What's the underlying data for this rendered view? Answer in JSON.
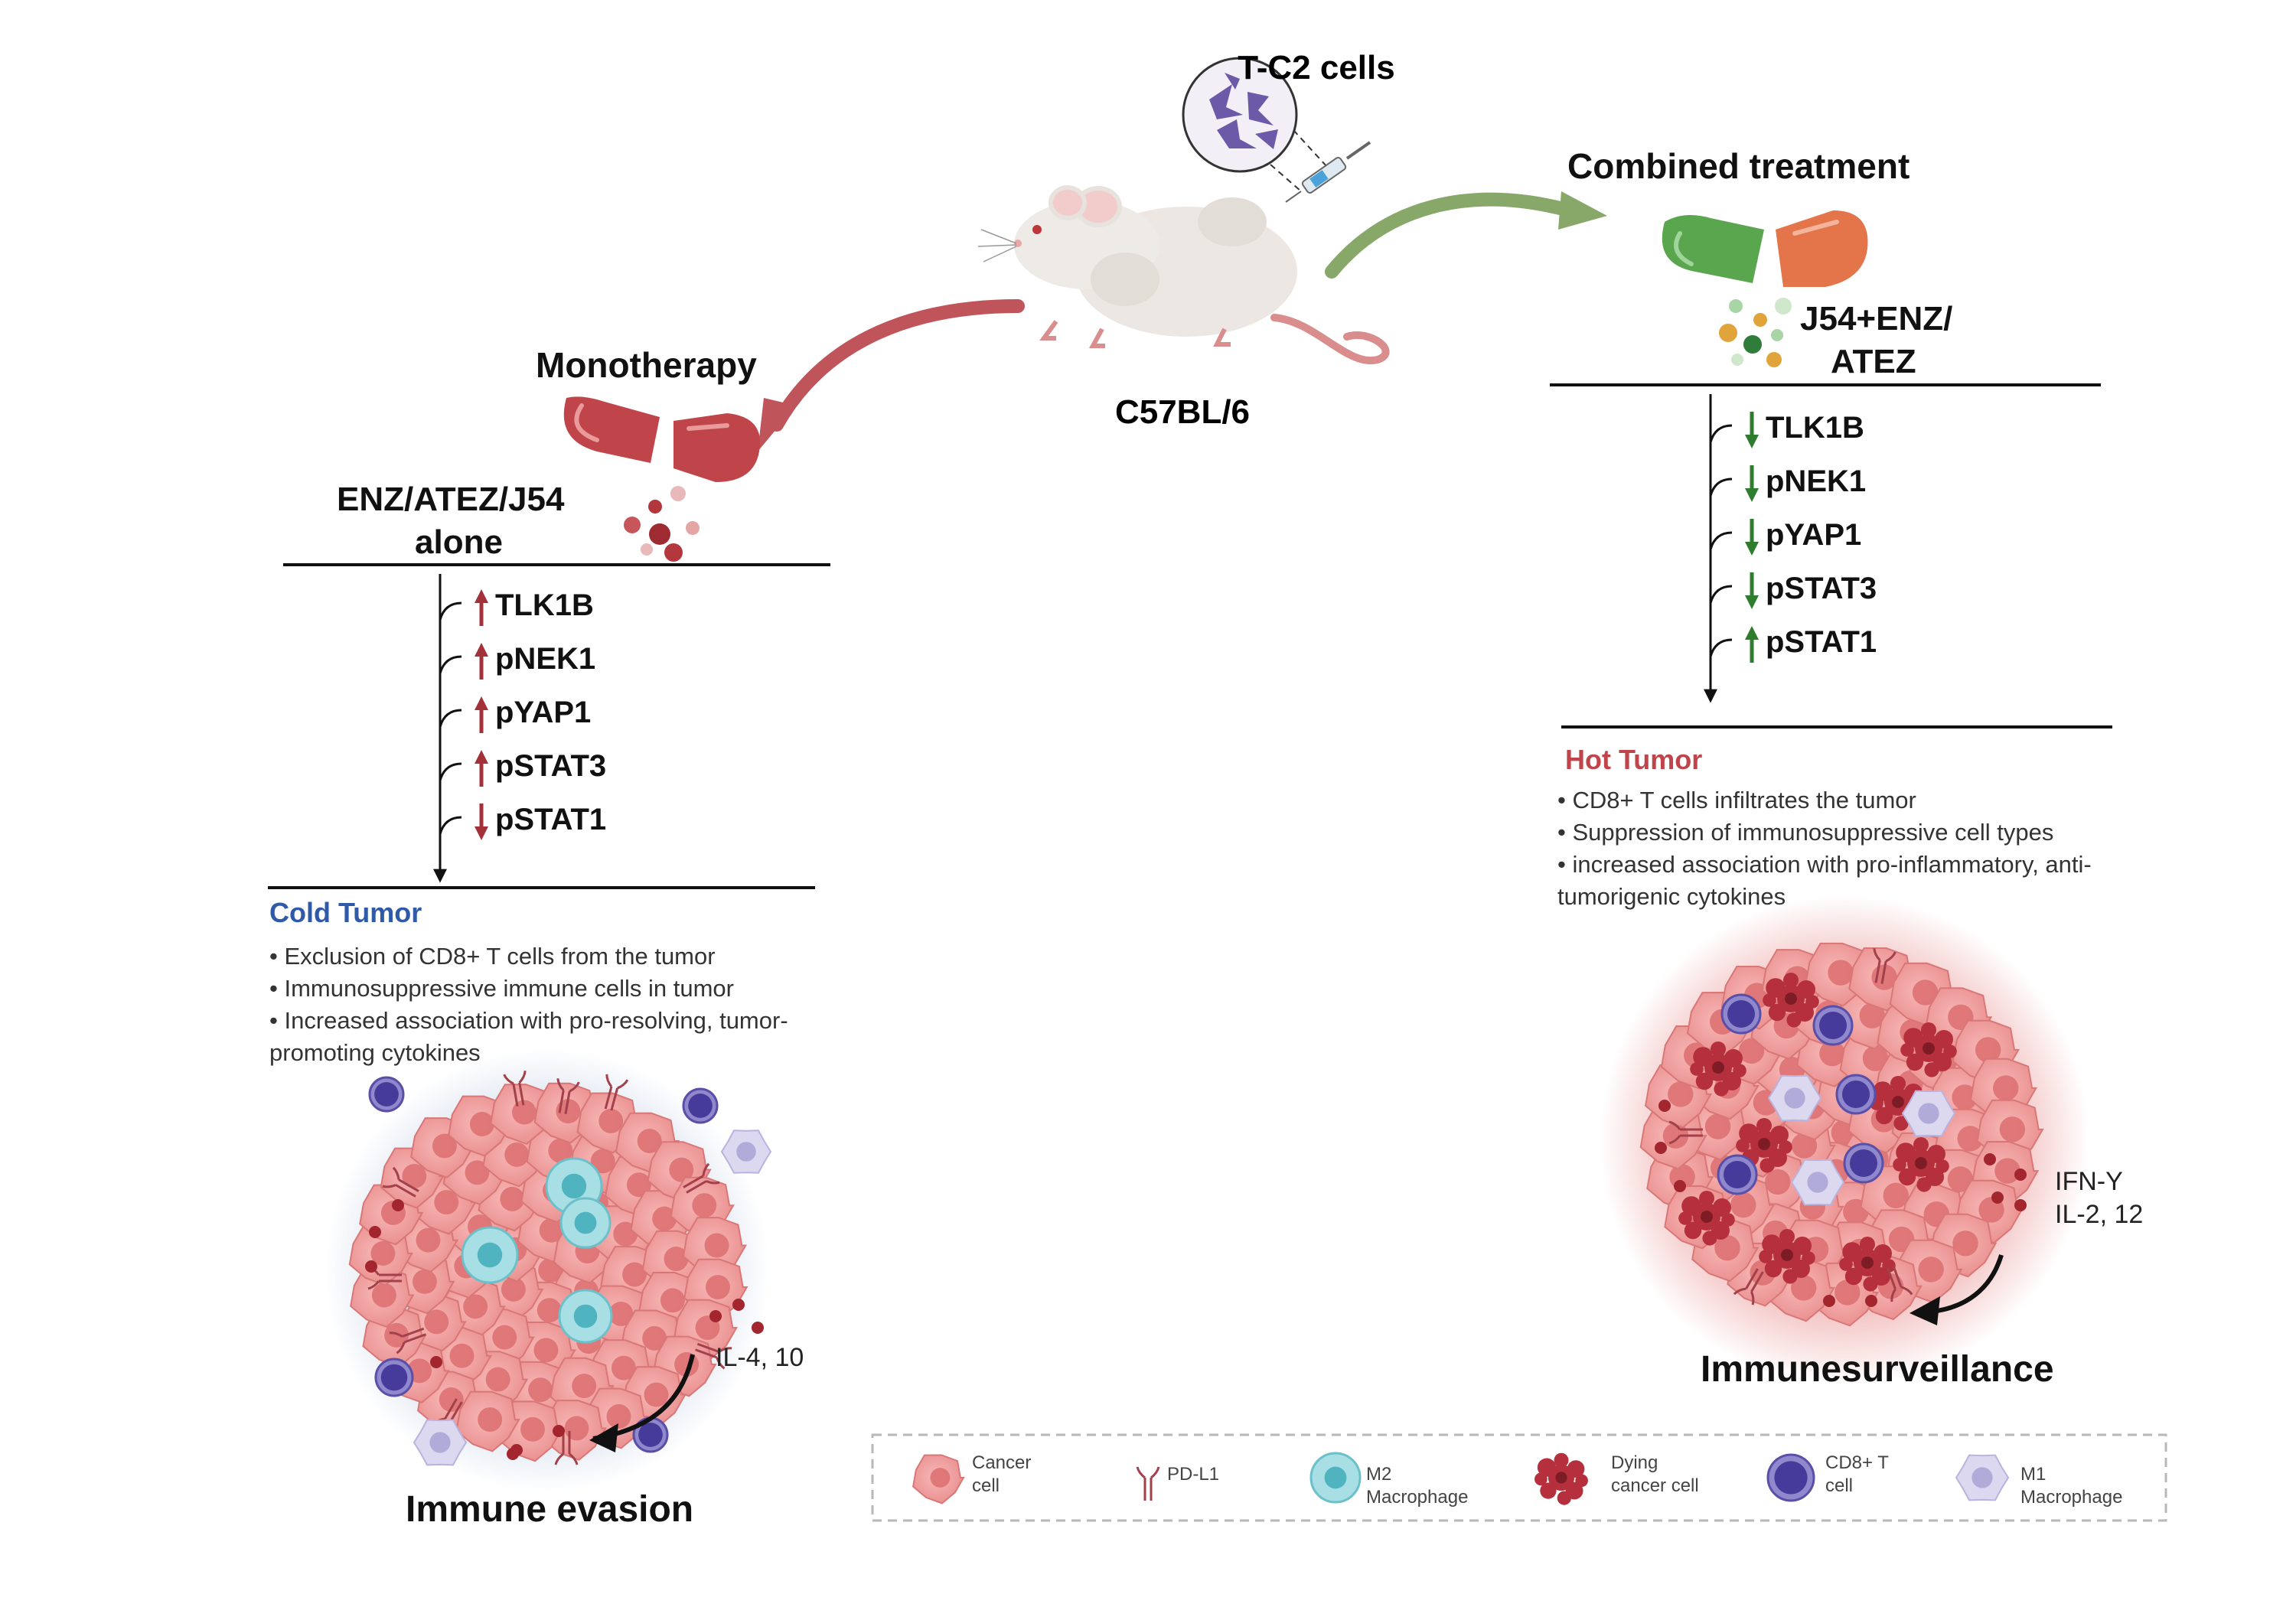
{
  "injection": {
    "cells_label": "T-C2 cells"
  },
  "mouse": {
    "strain_label": "C57BL/6"
  },
  "monotherapy": {
    "title": "Monotherapy",
    "drug_label_line1": "ENZ/ATEZ/J54",
    "drug_label_line2": "alone",
    "capsule_color": "#c0454a",
    "markers": [
      {
        "name": "TLK1B",
        "direction": "up"
      },
      {
        "name": "pNEK1",
        "direction": "up"
      },
      {
        "name": "pYAP1",
        "direction": "up"
      },
      {
        "name": "pSTAT3",
        "direction": "up"
      },
      {
        "name": "pSTAT1",
        "direction": "down"
      }
    ],
    "arrow_color": "#a3313a",
    "tumor_type": "Cold Tumor",
    "tumor_type_color": "#2f5aa8",
    "bullets": [
      "• Exclusion of CD8+ T cells from the tumor",
      "• Immunosuppressive immune cells in tumor",
      "• Increased association with pro-resolving, tumor-",
      "promoting cytokines"
    ],
    "cytokines": "IL-4, 10",
    "outcome": "Immune evasion"
  },
  "combined": {
    "title": "Combined treatment",
    "drug_label_line1": "J54+ENZ/",
    "drug_label_line2": "ATEZ",
    "capsule_colors": [
      "#5aa64f",
      "#e4744a"
    ],
    "markers": [
      {
        "name": "TLK1B",
        "direction": "down"
      },
      {
        "name": "pNEK1",
        "direction": "down"
      },
      {
        "name": "pYAP1",
        "direction": "down"
      },
      {
        "name": "pSTAT3",
        "direction": "down"
      },
      {
        "name": "pSTAT1",
        "direction": "up"
      }
    ],
    "arrow_color": "#2e7d2e",
    "tumor_type": "Hot Tumor",
    "tumor_type_color": "#c0454a",
    "bullets": [
      "• CD8+ T cells infiltrates the tumor",
      "• Suppression of immunosuppressive cell types",
      "• increased association with pro-inflammatory, anti-",
      "tumorigenic cytokines"
    ],
    "cytokines_line1": "IFN-Y",
    "cytokines_line2": "IL-2, 12",
    "outcome": "Immunesurveillance"
  },
  "legend": {
    "items": [
      {
        "icon": "cancer-cell-icon",
        "line1": "Cancer",
        "line2": "cell"
      },
      {
        "icon": "pd-l1-icon",
        "line1": "PD-L1",
        "line2": ""
      },
      {
        "icon": "m2-macrophage-icon",
        "line1": "M2",
        "line2": "Macrophage"
      },
      {
        "icon": "dying-cancer-cell-icon",
        "line1": "Dying",
        "line2": "cancer cell"
      },
      {
        "icon": "cd8-t-cell-icon",
        "line1": "CD8+ T",
        "line2": "cell"
      },
      {
        "icon": "m1-macrophage-icon",
        "line1": "M1",
        "line2": "Macrophage"
      }
    ]
  },
  "colors": {
    "cancer_cell": "#f0a0a0",
    "m2_macrophage": "#8fd4dc",
    "cd8_t_cell": "#5a4fa8",
    "m1_macrophage": "#cfcbe8",
    "dying_cell": "#b5303c",
    "cold_glow": "#b7c6de",
    "hot_glow": "#e88a8a"
  }
}
